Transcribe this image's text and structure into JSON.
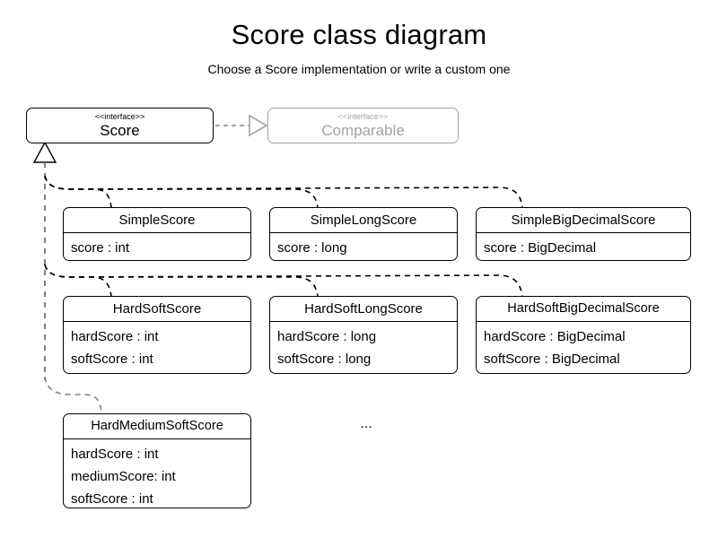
{
  "title": "Score class diagram",
  "subtitle": "Choose a Score implementation or write a custom one",
  "colors": {
    "line": "#000000",
    "faded": "#a3a3a3",
    "background": "#ffffff"
  },
  "stereotype_label": "<<interface>>",
  "interfaces": [
    {
      "stereotype": "<<interface>>",
      "name": "Score",
      "faded": false
    },
    {
      "stereotype": "<<interface>>",
      "name": "Comparable",
      "faded": true
    }
  ],
  "classes": [
    {
      "name": "SimpleScore",
      "attributes": [
        "score : int"
      ]
    },
    {
      "name": "SimpleLongScore",
      "attributes": [
        "score : long"
      ]
    },
    {
      "name": "SimpleBigDecimalScore",
      "attributes": [
        "score : BigDecimal"
      ]
    },
    {
      "name": "HardSoftScore",
      "attributes": [
        "hardScore : int",
        "softScore : int"
      ]
    },
    {
      "name": "HardSoftLongScore",
      "attributes": [
        "hardScore : long",
        "softScore : long"
      ]
    },
    {
      "name": "HardSoftBigDecimalScore",
      "attributes": [
        "hardScore : BigDecimal",
        "softScore : BigDecimal"
      ]
    },
    {
      "name": "HardMediumSoftScore",
      "attributes": [
        "hardScore : int",
        "mediumScore: int",
        "softScore : int"
      ]
    }
  ],
  "more_indicator": "...",
  "relations": {
    "realization": {
      "from": "Score",
      "to": "Comparable",
      "style": "dashed",
      "arrow": "hollow-triangle"
    },
    "generalization": {
      "parent": "Score",
      "style": "dashed",
      "arrow": "hollow-triangle",
      "children": [
        "SimpleScore",
        "SimpleLongScore",
        "SimpleBigDecimalScore",
        "HardSoftScore",
        "HardSoftLongScore",
        "HardSoftBigDecimalScore",
        "HardMediumSoftScore"
      ]
    }
  }
}
